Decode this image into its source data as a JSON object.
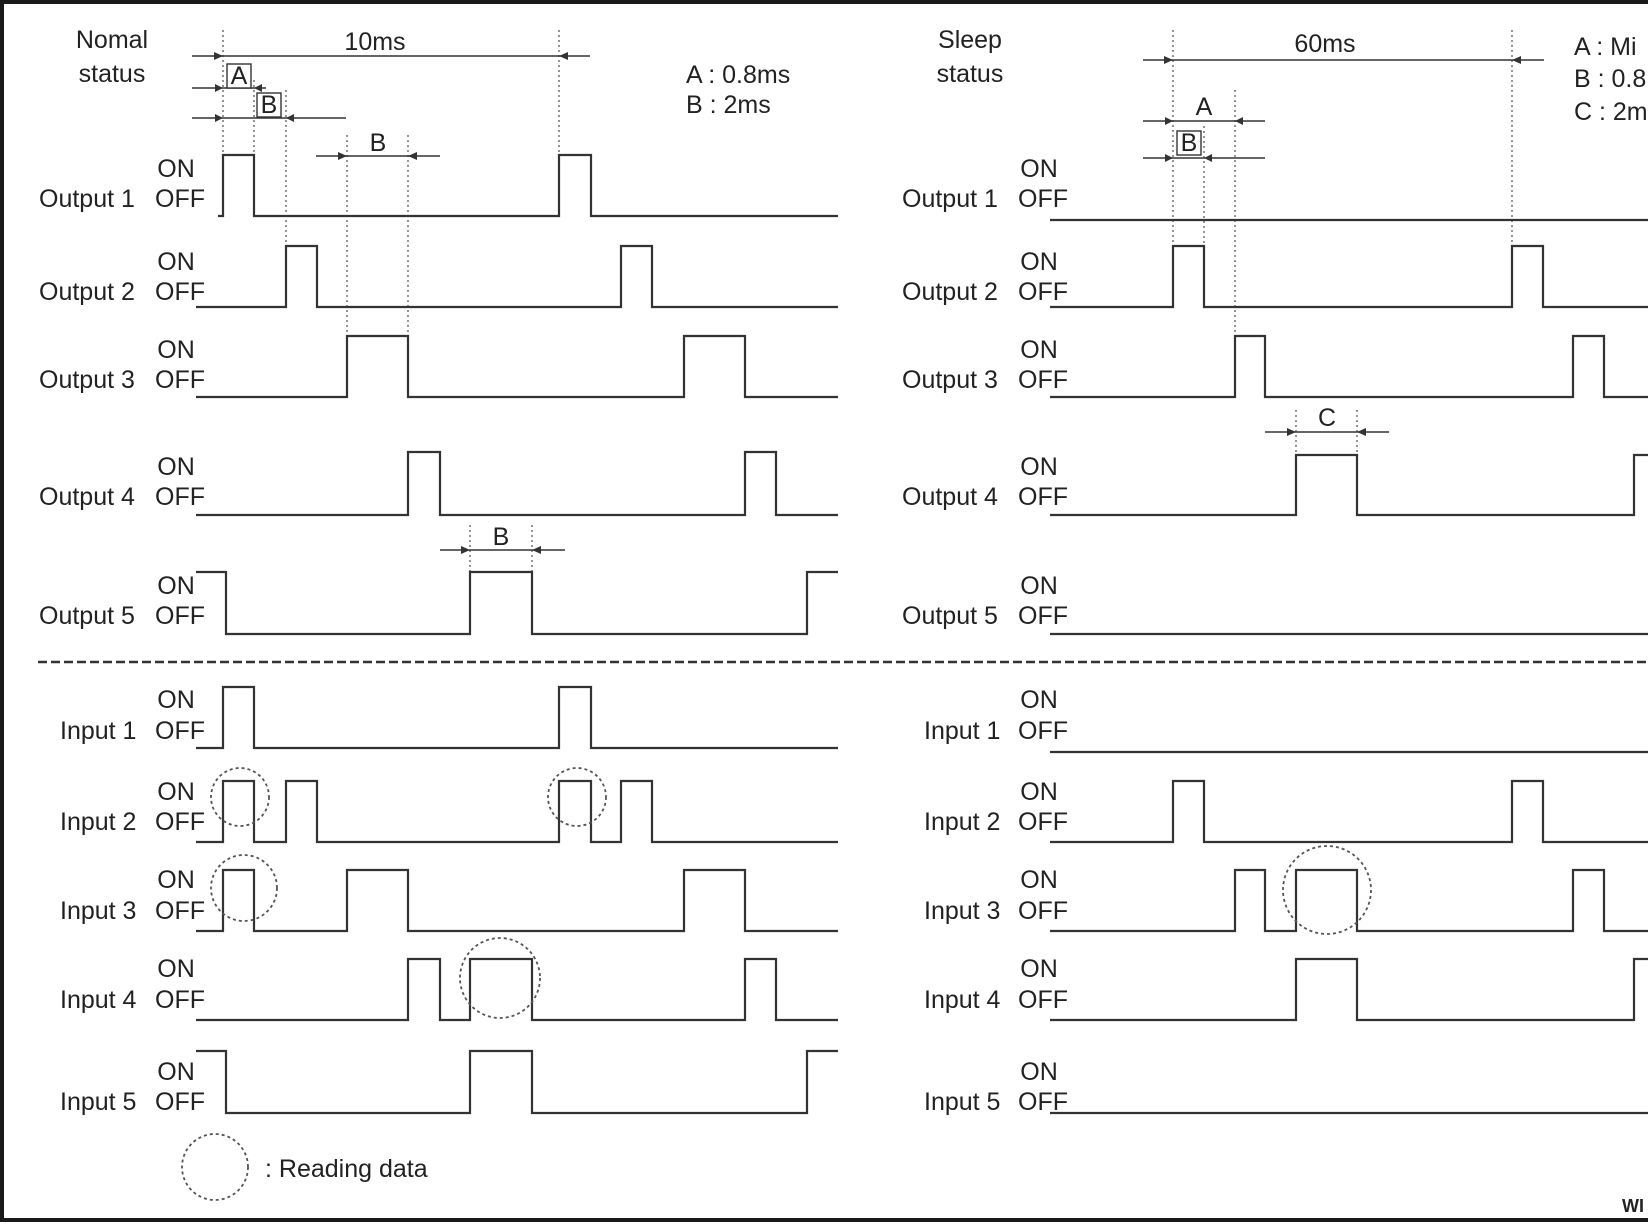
{
  "normal": {
    "title_line1": "Nomal",
    "title_line2": "status",
    "period_label": "10ms",
    "note_a": "A : 0.8ms",
    "note_b": "B : 2ms",
    "dim_a": "A",
    "dim_b": "B",
    "dim_b2": "B",
    "dim_b3": "B"
  },
  "sleep": {
    "title_line1": "Sleep",
    "title_line2": "status",
    "period_label": "60ms",
    "note_a": "A : Mi",
    "note_b": "B : 0.8",
    "note_c": "C : 2m",
    "dim_a": "A",
    "dim_b": "B",
    "dim_c": "C"
  },
  "state_labels": {
    "on": "ON",
    "off": "OFF"
  },
  "outputs": [
    {
      "name": "Output 1"
    },
    {
      "name": "Output 2"
    },
    {
      "name": "Output 3"
    },
    {
      "name": "Output 4"
    },
    {
      "name": "Output 5"
    }
  ],
  "inputs": [
    {
      "name": "Input 1"
    },
    {
      "name": "Input 2"
    },
    {
      "name": "Input 3"
    },
    {
      "name": "Input 4"
    },
    {
      "name": "Input 5"
    }
  ],
  "legend": {
    "reading_data": ": Reading data"
  },
  "corner_code": "WI"
}
